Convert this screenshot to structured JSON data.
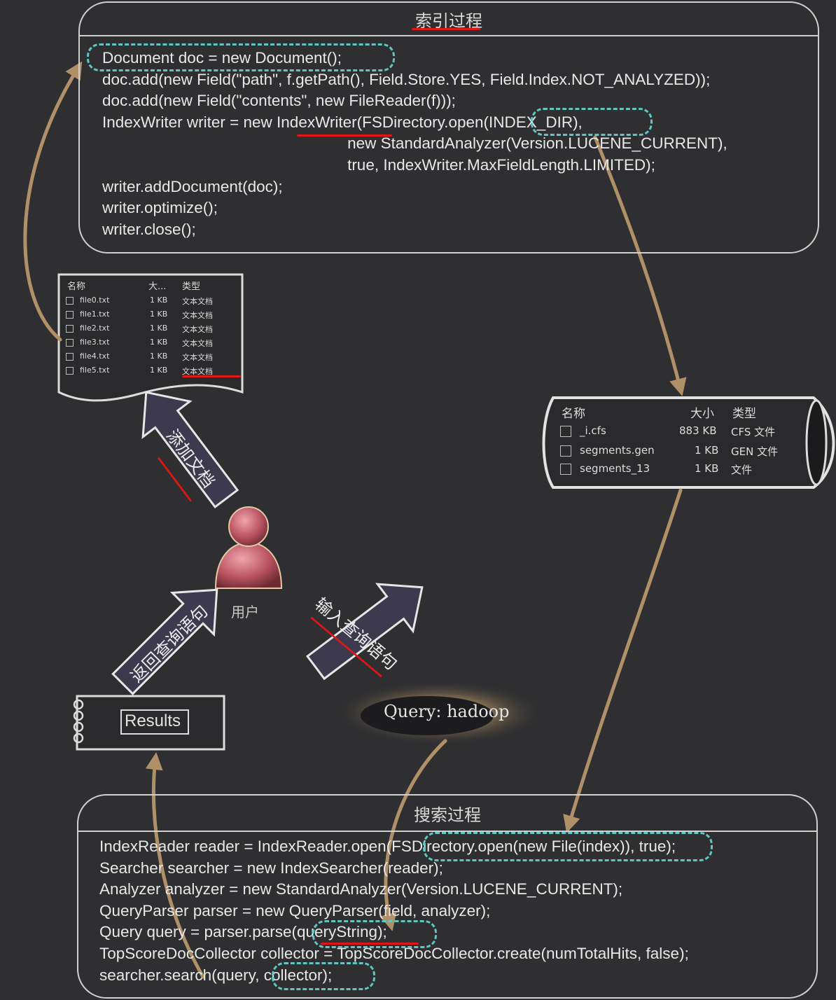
{
  "index_panel": {
    "title": "索引过程",
    "code": [
      "Document doc = new Document();",
      "doc.add(new Field(\"path\", f.getPath(), Field.Store.YES, Field.Index.NOT_ANALYZED));",
      "doc.add(new Field(\"contents\", new FileReader(f)));",
      "IndexWriter writer = new IndexWriter(FSDirectory.open(INDEX_DIR),",
      "                                                        new StandardAnalyzer(Version.LUCENE_CURRENT),",
      "                                                        true, IndexWriter.MaxFieldLength.LIMITED);",
      "writer.addDocument(doc);",
      "writer.optimize();",
      "writer.close();"
    ]
  },
  "search_panel": {
    "title": "搜索过程",
    "code": [
      "IndexReader reader = IndexReader.open(FSDirectory.open(new File(index)), true);",
      "Searcher searcher = new IndexSearcher(reader);",
      "Analyzer analyzer = new StandardAnalyzer(Version.LUCENE_CURRENT);",
      "QueryParser parser = new QueryParser(field, analyzer);",
      "Query query = parser.parse(queryString);",
      "TopScoreDocCollector collector = TopScoreDocCollector.create(numTotalHits, false);",
      "searcher.search(query, collector);"
    ]
  },
  "source_files": {
    "headers": [
      "名称",
      "大...",
      "类型"
    ],
    "rows": [
      {
        "name": "file0.txt",
        "size": "1 KB",
        "type": "文本文档"
      },
      {
        "name": "file1.txt",
        "size": "1 KB",
        "type": "文本文档"
      },
      {
        "name": "file2.txt",
        "size": "1 KB",
        "type": "文本文档"
      },
      {
        "name": "file3.txt",
        "size": "1 KB",
        "type": "文本文档"
      },
      {
        "name": "file4.txt",
        "size": "1 KB",
        "type": "文本文档"
      },
      {
        "name": "file5.txt",
        "size": "1 KB",
        "type": "文本文档"
      }
    ]
  },
  "index_files": {
    "headers": [
      "名称",
      "大小",
      "类型"
    ],
    "rows": [
      {
        "name": "_i.cfs",
        "size": "883 KB",
        "type": "CFS 文件"
      },
      {
        "name": "segments.gen",
        "size": "1 KB",
        "type": "GEN 文件"
      },
      {
        "name": "segments_13",
        "size": "1 KB",
        "type": "文件"
      }
    ]
  },
  "user_label": "用户",
  "arrows": {
    "add_docs": "添加文档",
    "input_query": "输入查询语句",
    "return_query": "返回查询语句"
  },
  "results_label": "Results",
  "query_label": "Query: hadoop",
  "colors": {
    "background": "#2f2f31",
    "flow_arrow": "#b09068",
    "highlight_dashed": "#5fc7c0",
    "underline": "#e01515",
    "user_icon": "#c86a78"
  }
}
